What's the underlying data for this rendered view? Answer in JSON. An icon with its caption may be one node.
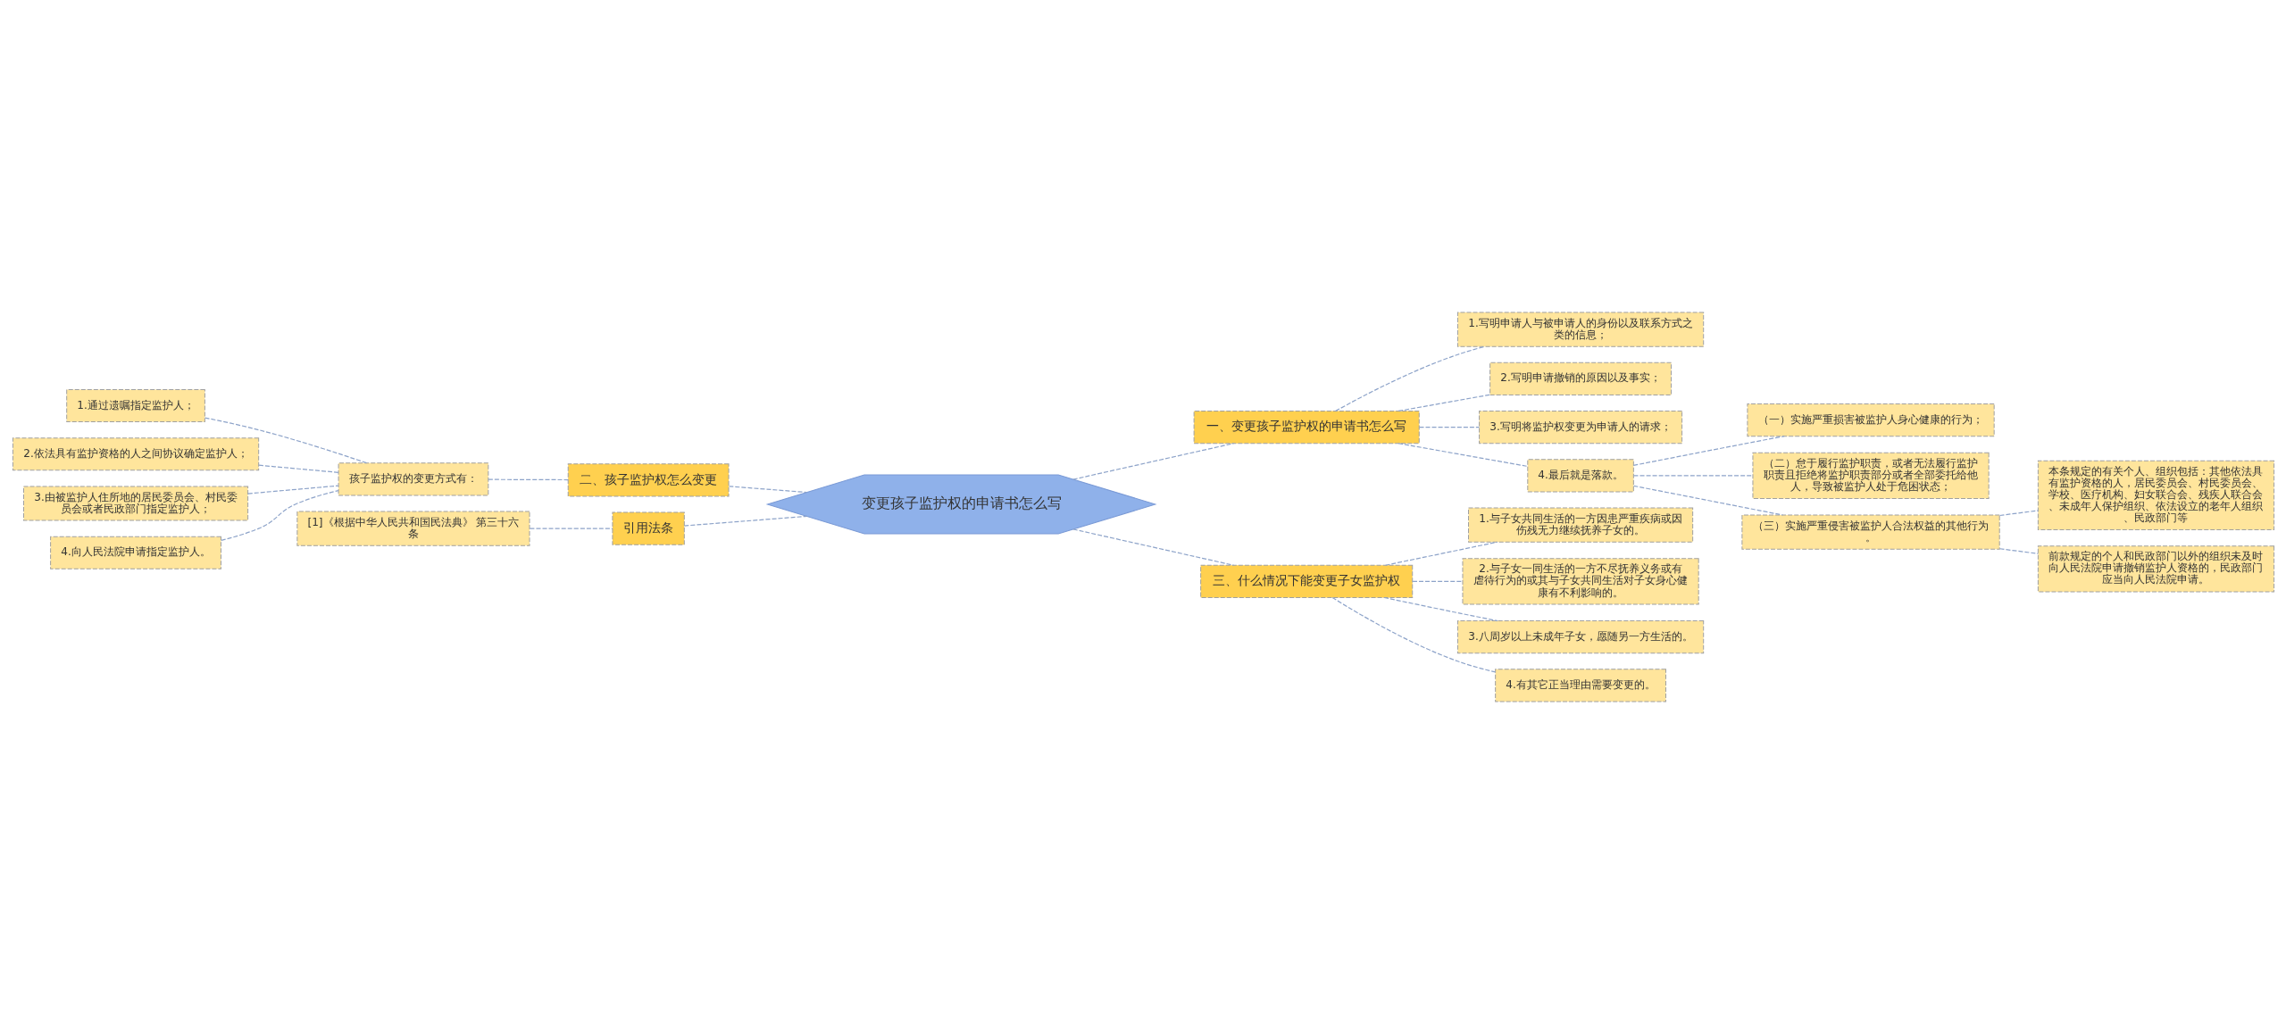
{
  "diagram": {
    "nodes": [
      {
        "text": [
          "变更孩子监护权的申请书怎么写"
        ]
      },
      {
        "text": [
          "一、变更孩子监护权的申请书怎么写"
        ]
      },
      {
        "text": [
          "1.写明申请人与被申请人的身份以及联系方式之类的信息；"
        ]
      },
      {
        "text": [
          "2.写明申请撤销的原因以及事实；"
        ]
      },
      {
        "text": [
          "3.写明将监护权变更为申请人的请求；"
        ]
      },
      {
        "text": [
          "4.最后就是落款。"
        ]
      },
      {
        "text": [
          "（一）实施严重损害被监护人身心健康的行为；"
        ]
      },
      {
        "text": [
          "（二）怠于履行监护职责，或者无法履行监护职责且拒绝将监护职责部分或者全部委托给他人，导致被监护人处于危困状态；"
        ]
      },
      {
        "text": [
          "（三）实施严重侵害被监护人合法权益的其他行为。"
        ]
      },
      {
        "text": [
          "本条规定的有关个人、组织包括：其他依法具有监护资格的人，居民委员会、村民委员会、学校、医疗机构、妇女联合会、残疾人联合会、未成年人保护组织、依法设立的老年人组织、民政部门等"
        ]
      },
      {
        "text": [
          "前款规定的个人和民政部门以外的组织未及时向人民法院申请撤销监护人资格的，民政部门应当向人民法院申请。"
        ]
      },
      {
        "text": [
          "三、什么情况下能变更子女监护权"
        ]
      },
      {
        "text": [
          "1.与子女共同生活的一方因患严重疾病或因伤残无力继续抚养子女的。"
        ]
      },
      {
        "text": [
          "2.与子女一同生活的一方不尽抚养义务或有虐待行为的或其与子女共同生活对子女身心健康有不利影响的。"
        ]
      },
      {
        "text": [
          "3.八周岁以上未成年子女，愿随另一方生活的。"
        ]
      },
      {
        "text": [
          "4.有其它正当理由需要变更的。"
        ]
      },
      {
        "text": [
          "二、孩子监护权怎么变更"
        ]
      },
      {
        "text": [
          "孩子监护权的变更方式有："
        ]
      },
      {
        "text": [
          "1.通过遗嘱指定监护人；"
        ]
      },
      {
        "text": [
          "2.依法具有监护资格的人之间协议确定监护人；"
        ]
      },
      {
        "text": [
          "3.由被监护人住所地的居民委员会、村民委员会或者民政部门指定监护人；"
        ]
      },
      {
        "text": [
          "4.向人民法院申请指定监护人。"
        ]
      },
      {
        "text": [
          "引用法条"
        ]
      },
      {
        "text": [
          "[1]《根据中华人民共和国民法典》 第三十六条"
        ]
      }
    ],
    "edges": [
      {
        "from": 0,
        "to": 1,
        "arrow": "none",
        "style": "dashed"
      },
      {
        "from": 1,
        "to": 2,
        "arrow": "none",
        "style": "dashed"
      },
      {
        "from": 1,
        "to": 3,
        "arrow": "none",
        "style": "dashed"
      },
      {
        "from": 1,
        "to": 4,
        "arrow": "none",
        "style": "dashed"
      },
      {
        "from": 1,
        "to": 5,
        "arrow": "none",
        "style": "dashed"
      },
      {
        "from": 5,
        "to": 6,
        "arrow": "none",
        "style": "dashed"
      },
      {
        "from": 5,
        "to": 7,
        "arrow": "none",
        "style": "dashed"
      },
      {
        "from": 5,
        "to": 8,
        "arrow": "none",
        "style": "dashed"
      },
      {
        "from": 8,
        "to": 9,
        "arrow": "none",
        "style": "dashed"
      },
      {
        "from": 8,
        "to": 10,
        "arrow": "none",
        "style": "dashed"
      },
      {
        "from": 0,
        "to": 11,
        "arrow": "none",
        "style": "dashed"
      },
      {
        "from": 11,
        "to": 12,
        "arrow": "none",
        "style": "dashed"
      },
      {
        "from": 11,
        "to": 13,
        "arrow": "none",
        "style": "dashed"
      },
      {
        "from": 11,
        "to": 14,
        "arrow": "none",
        "style": "dashed"
      },
      {
        "from": 11,
        "to": 15,
        "arrow": "none",
        "style": "dashed"
      },
      {
        "from": 0,
        "to": 16,
        "arrow": "none",
        "style": "dashed"
      },
      {
        "from": 16,
        "to": 17,
        "arrow": "none",
        "style": "dashed"
      },
      {
        "from": 17,
        "to": 18,
        "arrow": "none",
        "style": "dashed"
      },
      {
        "from": 17,
        "to": 19,
        "arrow": "none",
        "style": "dashed"
      },
      {
        "from": 17,
        "to": 20,
        "arrow": "none",
        "style": "dashed"
      },
      {
        "from": 17,
        "to": 21,
        "arrow": "none",
        "style": "dashed"
      },
      {
        "from": 0,
        "to": 22,
        "arrow": "none",
        "style": "dashed"
      },
      {
        "from": 22,
        "to": 23,
        "arrow": "none",
        "style": "dashed"
      }
    ]
  }
}
